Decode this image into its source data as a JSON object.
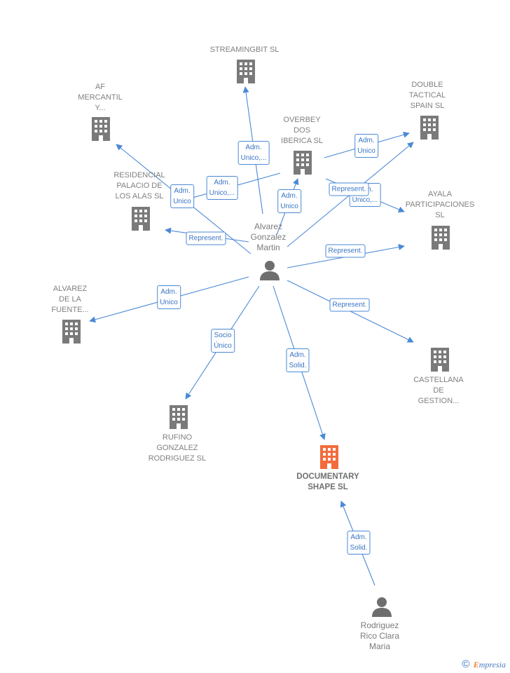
{
  "diagram": {
    "center_person": {
      "name": "Alvarez\nGonzalez\nMartin"
    },
    "other_person": {
      "name": "Rodriguez\nRico Clara\nMaria"
    },
    "companies": {
      "streamingbit": "STREAMINGBIT SL",
      "af_mercantil": "AF\nMERCANTIL\nY...",
      "overbey": "OVERBEY\nDOS\nIBERICA  SL",
      "double_tactical": "DOUBLE\nTACTICAL\nSPAIN  SL",
      "residencial": "RESIDENCIAL\nPALACIO DE\nLOS ALAS  SL",
      "ayala": "AYALA\nPARTICIPACIONES\nSL",
      "alvarez_fuente": "ALVAREZ\nDE LA\nFUENTE...",
      "castellana": "CASTELLANA\nDE\nGESTION...",
      "rufino": "RUFINO\nGONZALEZ\nRODRIGUEZ SL",
      "documentary": "DOCUMENTARY\nSHAPE  SL"
    },
    "edge_labels": {
      "to_streamingbit": "Adm.\nUnico,...",
      "to_af_mercantil": "Adm.\nUnico",
      "to_residencial_adm": "Adm.\nUnico,...",
      "to_residencial_rep": "Represent.",
      "to_overbey": "Adm.\nUnico",
      "overbey_to_double": "Adm.\nUnico",
      "to_double": "Represent.",
      "to_ayala_adm": "Adm.\nUnico,...",
      "to_ayala_rep": "Represent.",
      "to_alvarez_fuente": "Adm.\nUnico",
      "to_castellana": "Represent.",
      "to_rufino": "Socio\nÚnico",
      "to_documentary": "Adm.\nSolid.",
      "rodriguez_to_documentary": "Adm.\nSolid."
    },
    "colors": {
      "edge": "#4a89d6",
      "building": "#7a7a7a",
      "building_main": "#f26c3c",
      "person": "#6e6e6e"
    },
    "icons": {
      "company": "building-icon",
      "person": "person-icon"
    }
  },
  "footer": {
    "copyright_symbol": "©",
    "brand_first": "E",
    "brand_rest": "mpresia"
  }
}
